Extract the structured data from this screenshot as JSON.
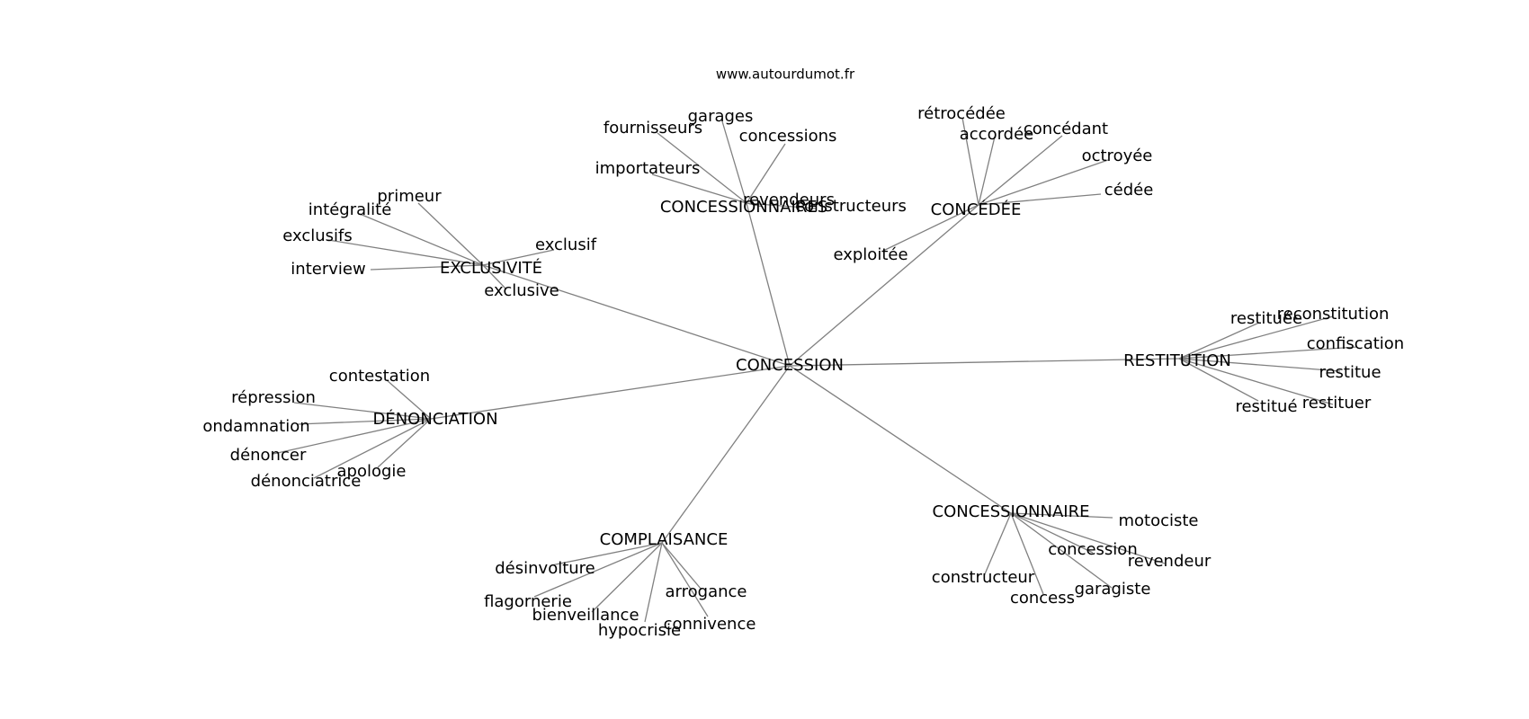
{
  "site": "www.autourdumot.fr",
  "center": "CONCESSION",
  "clusters": [
    {
      "hub": "CONCESSIONNAIRES",
      "leaves": [
        "garages",
        "fournisseurs",
        "concessions",
        "importateurs",
        "revendeurs",
        "constructeurs"
      ]
    },
    {
      "hub": "CONCÉDÉE",
      "leaves": [
        "rétrocédée",
        "accordée",
        "concédant",
        "octroyée",
        "cédée",
        "exploitée"
      ]
    },
    {
      "hub": "EXCLUSIVITÉ",
      "leaves": [
        "primeur",
        "intégralité",
        "exclusifs",
        "exclusif",
        "interview",
        "exclusive"
      ]
    },
    {
      "hub": "RESTITUTION",
      "leaves": [
        "restituée",
        "reconstitution",
        "confiscation",
        "restitue",
        "restitué",
        "restituer"
      ]
    },
    {
      "hub": "DÉNONCIATION",
      "leaves": [
        "contestation",
        "répression",
        "ondamnation",
        "dénoncer",
        "apologie",
        "dénonciatrice"
      ]
    },
    {
      "hub": "COMPLAISANCE",
      "leaves": [
        "désinvolture",
        "flagornerie",
        "bienveillance",
        "hypocrisie",
        "arrogance",
        "connivence"
      ]
    },
    {
      "hub": "CONCESSIONNAIRE",
      "leaves": [
        "motociste",
        "concession",
        "revendeur",
        "constructeur",
        "concess",
        "garagiste"
      ]
    }
  ]
}
